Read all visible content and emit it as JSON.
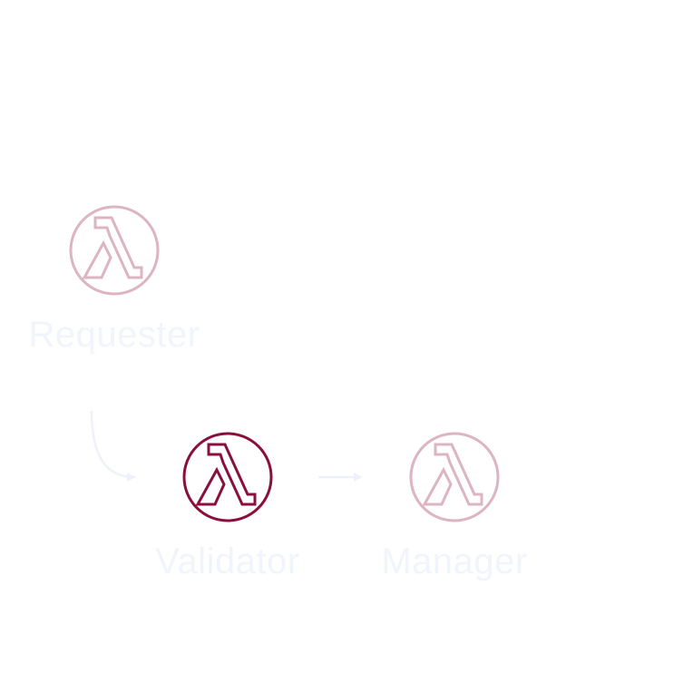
{
  "nodes": {
    "requester": {
      "label": "Requester",
      "icon": "lambda-icon",
      "state": "faded"
    },
    "validator": {
      "label": "Validator",
      "icon": "lambda-icon",
      "state": "active"
    },
    "manager": {
      "label": "Manager",
      "icon": "lambda-icon",
      "state": "faded"
    }
  },
  "edges": [
    {
      "from": "Requester",
      "to": "Validator"
    },
    {
      "from": "Validator",
      "to": "Manager"
    }
  ],
  "colors": {
    "active_icon": "#8a0f3d",
    "faded_icon": "#dcb4c3",
    "label_text": "#f1f4fb",
    "edge": "#eef1f9",
    "background": "#ffffff"
  }
}
